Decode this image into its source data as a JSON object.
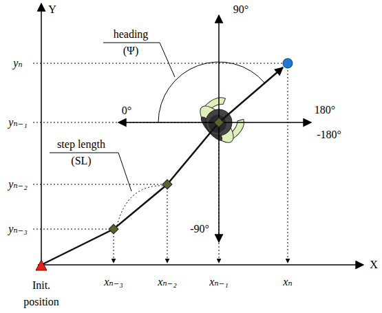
{
  "diagram": {
    "labels": [
      "Y",
      "heading (Ψ)",
      "90°",
      "yₙ",
      "yₙ₋₁",
      "0°",
      "180°",
      "-180°",
      "step length (SL)",
      "yₙ₋₂",
      "yₙ₋₃",
      "-90°",
      "X",
      "Init. position",
      "xₙ₋₃",
      "xₙ₋₂",
      "xₙ₋₁",
      "xₙ"
    ]
  }
}
